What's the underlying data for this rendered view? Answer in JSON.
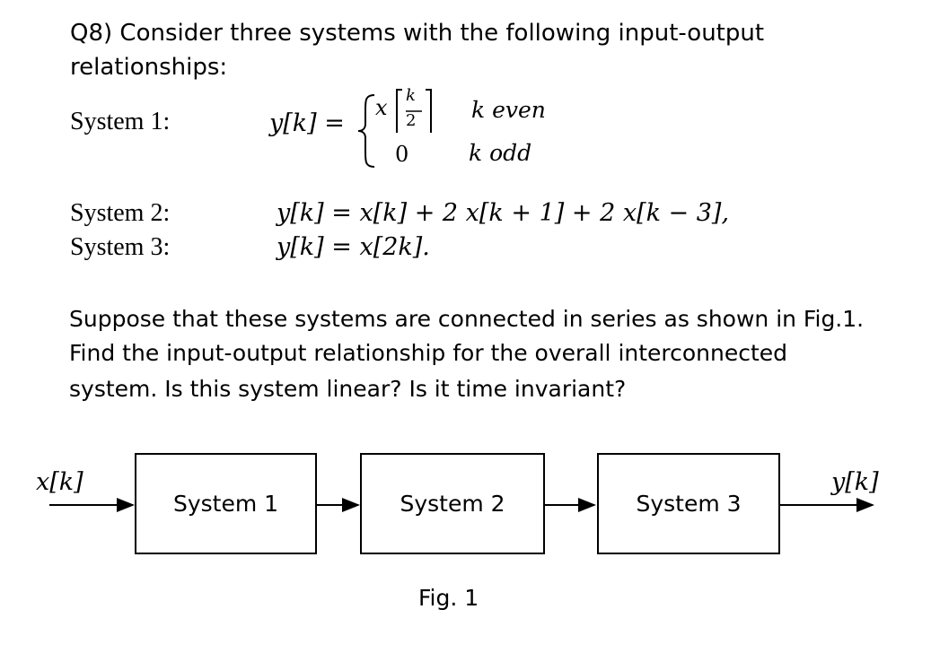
{
  "question": {
    "title_line1": "Q8) Consider three systems with the following input-output",
    "title_line2": "relationships:"
  },
  "systems": {
    "s1": {
      "label": "System 1:",
      "lhs": "y[k] =",
      "case1_expr": "x",
      "frac_num": "k",
      "frac_den": "2",
      "case1_cond": "k even",
      "case2_expr": "0",
      "case2_cond": "k odd"
    },
    "s2": {
      "label": "System 2:",
      "equation": "y[k] = x[k] + 2 x[k + 1] + 2 x[k − 3],"
    },
    "s3": {
      "label": "System 3:",
      "equation": "y[k] = x[2k]."
    }
  },
  "paragraph": {
    "line1": "Suppose that these systems are connected in series as shown in Fig.1.",
    "line2": "Find the input-output relationship for the overall interconnected",
    "line3": "system. Is this system linear? Is it time invariant?"
  },
  "diagram": {
    "input_label": "x[k]",
    "output_label": "y[k]",
    "blocks": [
      "System 1",
      "System 2",
      "System 3"
    ],
    "caption": "Fig. 1"
  }
}
